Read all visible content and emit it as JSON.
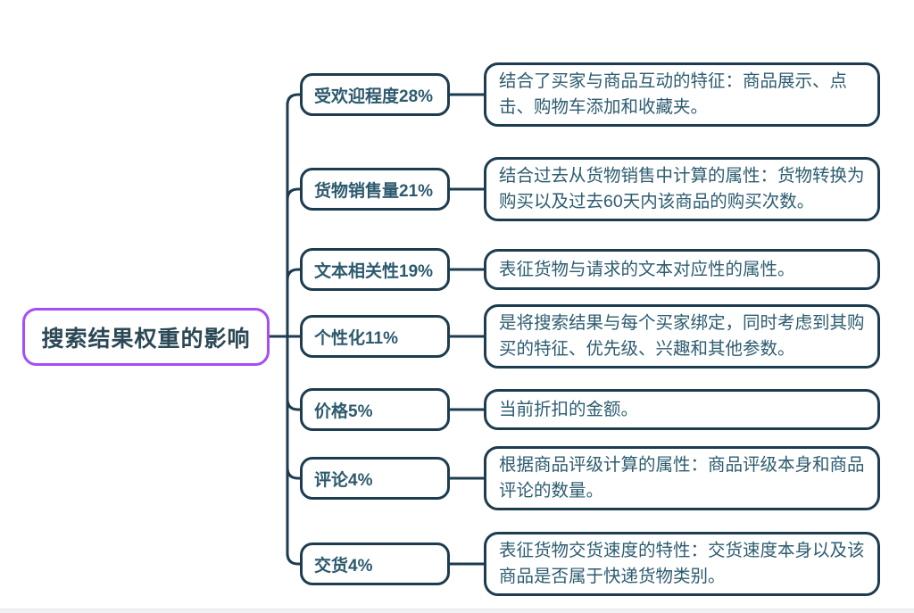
{
  "root": {
    "label": "搜索结果权重的影响"
  },
  "branches": [
    {
      "label": "受欢迎程度28%",
      "description": "结合了买家与商品互动的特征：商品展示、点击、购物车添加和收藏夹。"
    },
    {
      "label": "货物销售量21%",
      "description": "结合过去从货物销售中计算的属性：货物转换为购买以及过去60天内该商品的购买次数。"
    },
    {
      "label": "文本相关性19%",
      "description": "表征货物与请求的文本对应性的属性。"
    },
    {
      "label": "个性化11%",
      "description": "是将搜索结果与每个买家绑定，同时考虑到其购买的特征、优先级、兴趣和其他参数。"
    },
    {
      "label": "价格5%",
      "description": "当前折扣的金额。"
    },
    {
      "label": "评论4%",
      "description": "根据商品评级计算的属性：商品评级本身和商品评论的数量。"
    },
    {
      "label": "交货4%",
      "description": "表征货物交货速度的特性：交货速度本身以及该商品是否属于快递货物类别。"
    }
  ],
  "colors": {
    "background": "#ffffff",
    "node_border": "#1d3c4f",
    "connector_line": "#1d3c4f",
    "node_text": "#2d5a6e",
    "root_border": "#a44ef5",
    "root_text": "#2c4856"
  }
}
